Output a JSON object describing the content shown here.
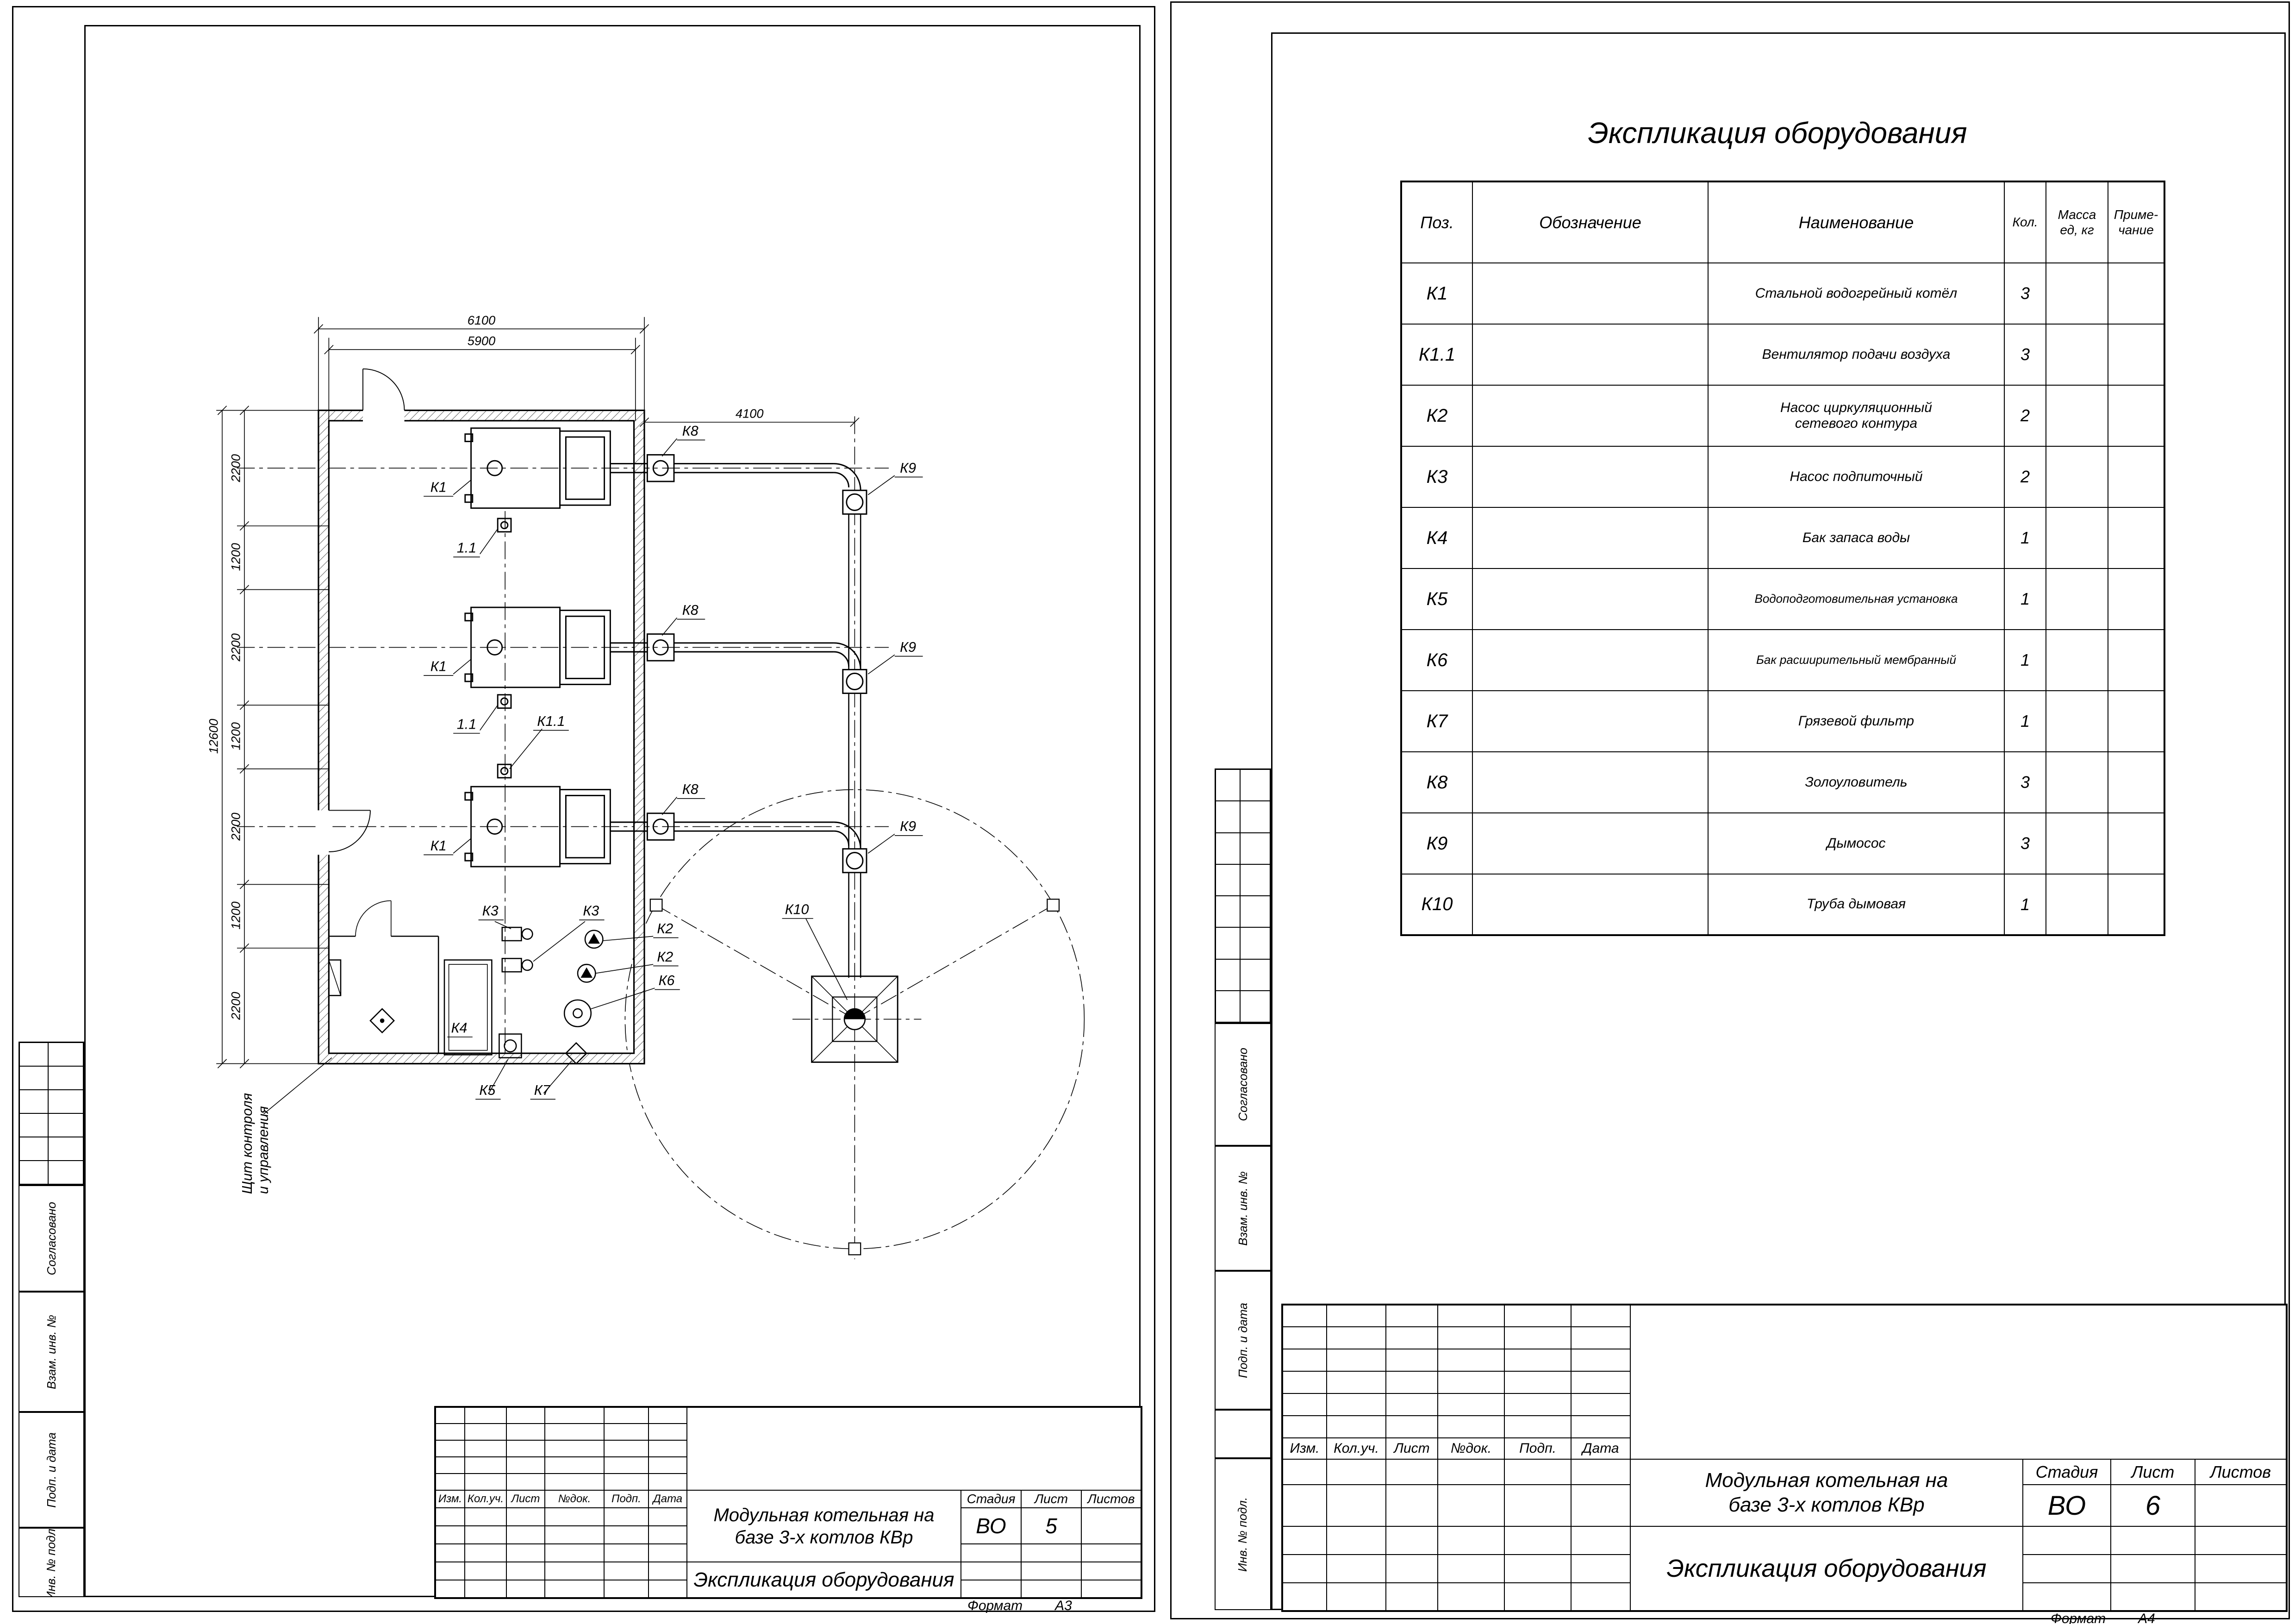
{
  "common": {
    "project_line1": "Модульная котельная на",
    "project_line2": "базе 3-х котлов КВр",
    "doc_name": "Экспликация оборудования",
    "stage_label": "Стадия",
    "sheet_label": "Лист",
    "sheets_label": "Листов",
    "stage": "ВО",
    "format_label": "Формат"
  },
  "sheet_a3": {
    "sheet_no": "5",
    "format": "А3"
  },
  "sheet_a4": {
    "sheet_no": "6",
    "format": "А4"
  },
  "rev": {
    "izm": "Изм.",
    "kol": "Кол.уч.",
    "list": "Лист",
    "doc": "№док.",
    "podp": "Подп.",
    "data": "Дата"
  },
  "margin": {
    "soglasovano": "Согласовано",
    "vzam": "Взам. инв. №",
    "podp_data": "Подп. и дата",
    "inv_podl": "Инв. № подл."
  },
  "spec_table": {
    "title": "Экспликация оборудования",
    "col_pos": "Поз.",
    "col_designation": "Обозначение",
    "col_name": "Наименование",
    "col_qty": "Кол.",
    "col_mass_1": "Масса",
    "col_mass_2": "ед, кг",
    "col_note_1": "Приме-",
    "col_note_2": "чание",
    "rows": [
      {
        "pos": "К1",
        "designation": "",
        "name": "Стальной водогрейный котёл",
        "qty": "3",
        "mass": "",
        "note": ""
      },
      {
        "pos": "К1.1",
        "designation": "",
        "name": "Вентилятор подачи воздуха",
        "qty": "3",
        "mass": "",
        "note": ""
      },
      {
        "pos": "К2",
        "designation": "",
        "name": "Насос циркуляционный\nсетевого контура",
        "qty": "2",
        "mass": "",
        "note": ""
      },
      {
        "pos": "К3",
        "designation": "",
        "name": "Насос подпиточный",
        "qty": "2",
        "mass": "",
        "note": ""
      },
      {
        "pos": "К4",
        "designation": "",
        "name": "Бак запаса воды",
        "qty": "1",
        "mass": "",
        "note": ""
      },
      {
        "pos": "К5",
        "designation": "",
        "name": "Водоподготовительная установка",
        "qty": "1",
        "mass": "",
        "note": ""
      },
      {
        "pos": "К6",
        "designation": "",
        "name": "Бак расширительный мембранный",
        "qty": "1",
        "mass": "",
        "note": ""
      },
      {
        "pos": "К7",
        "designation": "",
        "name": "Грязевой фильтр",
        "qty": "1",
        "mass": "",
        "note": ""
      },
      {
        "pos": "К8",
        "designation": "",
        "name": "Золоуловитель",
        "qty": "3",
        "mass": "",
        "note": ""
      },
      {
        "pos": "К9",
        "designation": "",
        "name": "Дымосос",
        "qty": "3",
        "mass": "",
        "note": ""
      },
      {
        "pos": "К10",
        "designation": "",
        "name": "Труба дымовая",
        "qty": "1",
        "mass": "",
        "note": ""
      }
    ]
  },
  "plan": {
    "dim_6100": "6100",
    "dim_5900": "5900",
    "dim_4100": "4100",
    "dim_12600": "12600",
    "dim_2200": "2200",
    "dim_1200": "1200",
    "label_k1": "К1",
    "label_11": "1.1",
    "label_k11": "К1.1",
    "label_k2": "К2",
    "label_k3": "К3",
    "label_k4": "К4",
    "label_k5": "К5",
    "label_k6": "К6",
    "label_k7": "К7",
    "label_k8": "К8",
    "label_k9": "К9",
    "label_k10": "К10",
    "control_panel_1": "Щит контроля",
    "control_panel_2": "и управления"
  }
}
